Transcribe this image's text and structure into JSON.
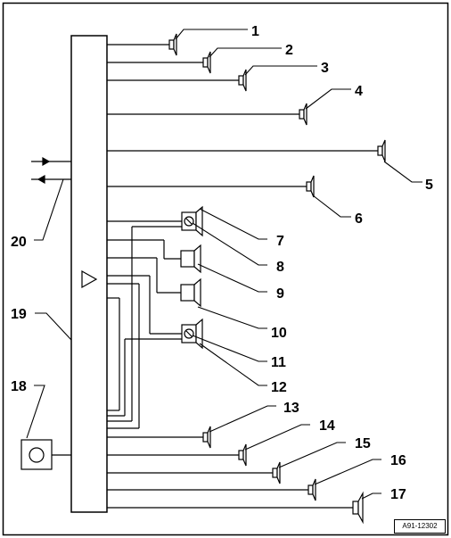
{
  "callouts": {
    "c1": "1",
    "c2": "2",
    "c3": "3",
    "c4": "4",
    "c5": "5",
    "c6": "6",
    "c7": "7",
    "c8": "8",
    "c9": "9",
    "c10": "10",
    "c11": "11",
    "c12": "12",
    "c13": "13",
    "c14": "14",
    "c15": "15",
    "c16": "16",
    "c17": "17",
    "c18": "18",
    "c19": "19",
    "c20": "20"
  },
  "figure_reference": "A91-12302",
  "colors": {
    "line": "#000000",
    "background": "#ffffff"
  }
}
